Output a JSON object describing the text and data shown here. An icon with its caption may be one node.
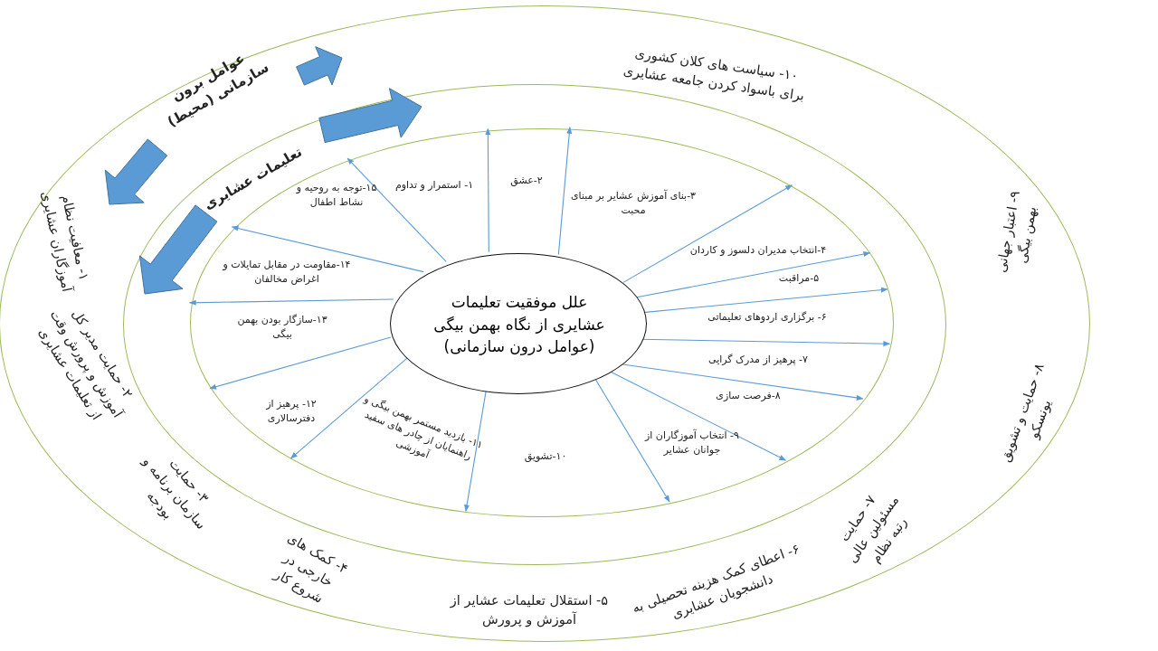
{
  "diagram": {
    "nodes": [
      {
        "text": [],
        "shape": "ellipse"
      },
      {
        "text": [],
        "shape": "ellipse",
        "in": 0
      },
      {
        "text": [],
        "shape": "ellipse",
        "in": 1
      },
      {
        "text": [
          "علل موفقیت تعلیمات عشایری از نگاه بهمن بیگی (عوامل درون سازمانی)"
        ],
        "in": 2
      }
    ],
    "edges": [
      {
        "from": 3,
        "to": 2,
        "arrow": "to"
      },
      {
        "from": 3,
        "to": 2,
        "arrow": "to"
      },
      {
        "from": 3,
        "to": 2,
        "arrow": "to"
      },
      {
        "from": 3,
        "to": 2,
        "arrow": "to"
      },
      {
        "from": 3,
        "to": 2,
        "arrow": "to"
      },
      {
        "from": 3,
        "to": 2,
        "arrow": "to"
      },
      {
        "from": 3,
        "to": 2,
        "arrow": "to"
      },
      {
        "from": 3,
        "to": 2,
        "arrow": "to"
      },
      {
        "from": 3,
        "to": 2,
        "arrow": "to"
      },
      {
        "from": 3,
        "to": 2,
        "arrow": "to"
      },
      {
        "from": 3,
        "to": 2,
        "arrow": "to"
      },
      {
        "from": 3,
        "to": 2,
        "arrow": "to"
      },
      {
        "from": 3,
        "to": 2,
        "arrow": "to"
      },
      {
        "from": 3,
        "to": 2,
        "arrow": "to"
      },
      {
        "from": 3,
        "to": 2,
        "arrow": "to"
      }
    ],
    "labels": [
      "عوامل برون سازمانی (محیط)",
      "تعلیمات عشایری",
      "۱- استمرار و تداوم",
      "۲-عشق",
      "۳-بنای آموزش عشایر بر مبنای محبت",
      "۴-انتخاب مدیران دلسوز و کاردان",
      "۵-مراقبت",
      "۶- برگزاری اردوهای تعلیماتی",
      "۷- پرهیز از مدرک گرایی",
      "۸-فرصت سازی",
      "۹- انتخاب آموزگاران از جوانان عشایر",
      "۱۰-تشویق",
      "۱۱- بازدید مستمر بهمن بیگی و راهنمایان از چادر های سفید آموزشی",
      "۱۲- پرهیز از دفترسالاری",
      "۱۳-سازگار بودن بهمن بیگی",
      "۱۴-مقاومت در مقابل تمایلات و اغراض مخالفان",
      "۱۵-توجه به روحیه و نشاط اطفال",
      "۱- معافیت نظام آموزگاران عشایری",
      "۲- حمایت مدیر کل آموزش و پرورش وقت از تعلیمات عشایری",
      "۳- حمایت سازمان برنامه و بودجه",
      "۴- کمک های خارجی در شروع کار",
      "۵- استقلال تعلیمات عشایر از آموزش و پرورش",
      "۶- اعطای کمک هزینه تحصیلی به دانشجویان عشایری",
      "۷- حمایت مسئولین عالی رتبه نظام",
      "۸- حمایت و تشویق یونسکو",
      "۹- اعتبار جهانی بهمن بیگی",
      "۱۰- سیاست های کلان کشوری برای باسواد کردن جامعه عشایری"
    ]
  }
}
